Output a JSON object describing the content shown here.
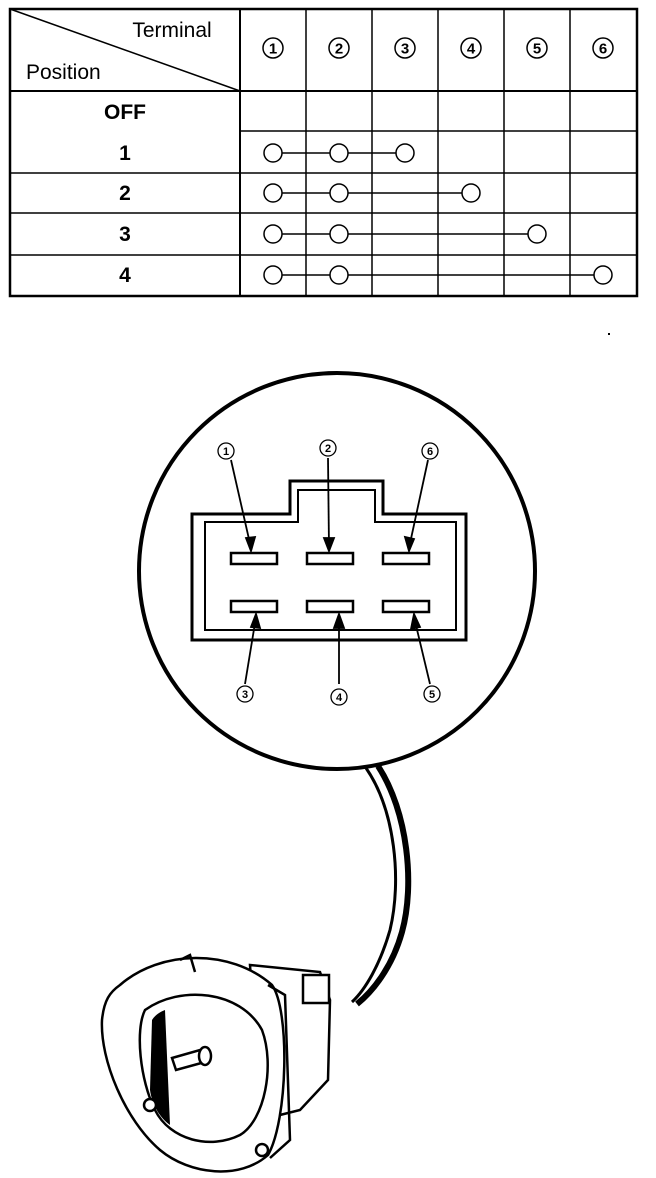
{
  "table": {
    "header_terminal": "Terminal",
    "header_position": "Position",
    "terminals": [
      "1",
      "2",
      "3",
      "4",
      "5",
      "6"
    ],
    "rows": [
      {
        "label": "OFF",
        "connected": []
      },
      {
        "label": "1",
        "connected": [
          1,
          2,
          3
        ]
      },
      {
        "label": "2",
        "connected": [
          1,
          2,
          4
        ]
      },
      {
        "label": "3",
        "connected": [
          1,
          2,
          5
        ]
      },
      {
        "label": "4",
        "connected": [
          1,
          2,
          6
        ]
      }
    ]
  },
  "connector": {
    "top_pins": [
      "1",
      "2",
      "6"
    ],
    "bottom_pins": [
      "3",
      "4",
      "5"
    ]
  }
}
